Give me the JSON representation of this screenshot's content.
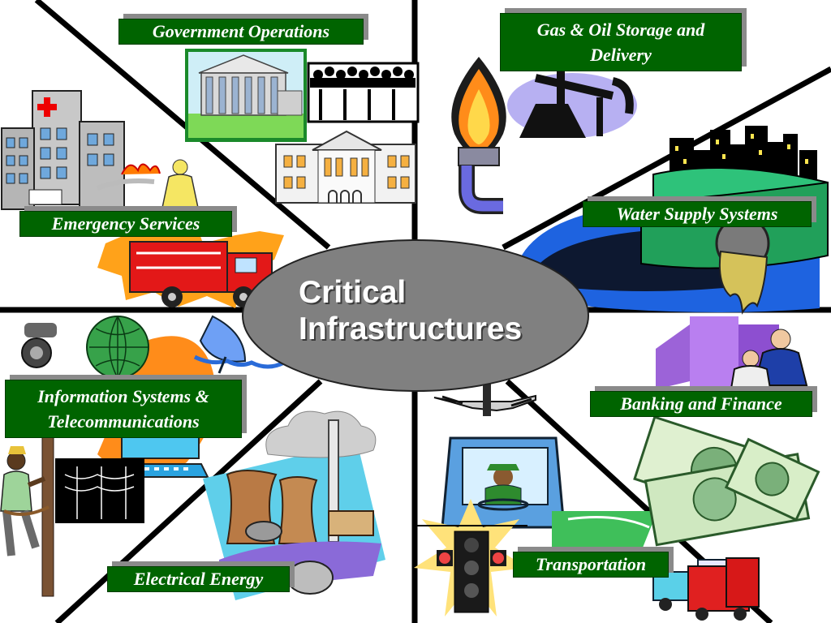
{
  "title": "Critical\nInfrastructures",
  "sectors": {
    "government": "Government Operations",
    "gas_oil": "Gas & Oil Storage and Delivery",
    "water": "Water Supply Systems",
    "emergency": "Emergency Services",
    "information": "Information Systems & Telecommunications",
    "banking": "Banking and Finance",
    "electrical": "Electrical Energy",
    "transportation": "Transportation"
  },
  "colors": {
    "label_bg": "#006400",
    "label_text": "#ffffff",
    "label_shadow": "#8a8a8a",
    "ellipse_fill": "#808080",
    "divider": "#000000"
  },
  "icons": [
    "capitol-building-icon",
    "crowd-icon",
    "white-house-icon",
    "hospital-icon",
    "firefighter-icon",
    "fire-truck-icon",
    "gas-flame-icon",
    "oil-pump-icon",
    "city-skyline-icon",
    "water-pipe-icon",
    "telephone-icon",
    "globe-icon",
    "satellite-dish-icon",
    "computer-icon",
    "lineman-icon",
    "power-lines-icon",
    "power-plant-icon",
    "airplane-icon",
    "bus-driver-icon",
    "traffic-light-icon",
    "truck-icon",
    "bank-building-icon",
    "businessmen-icon",
    "money-icon"
  ]
}
